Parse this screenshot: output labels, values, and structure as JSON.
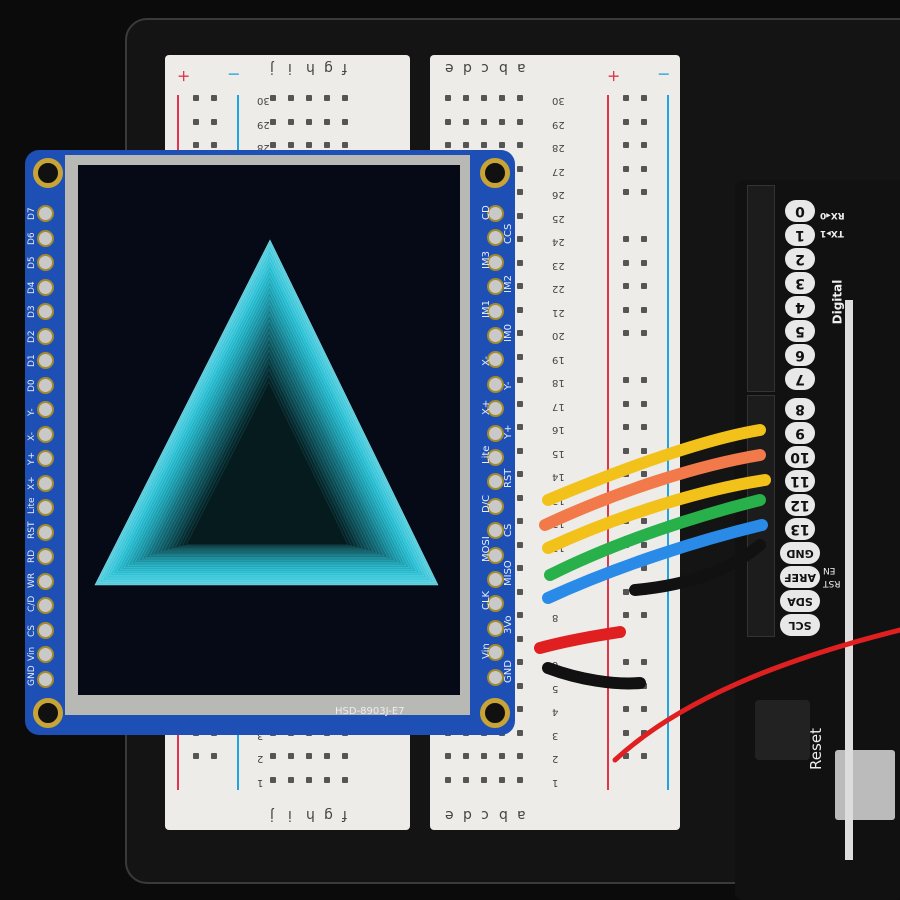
{
  "breadboard": {
    "left_letters": [
      "j",
      "i",
      "h",
      "g",
      "f"
    ],
    "right_letters": [
      "e",
      "d",
      "c",
      "b",
      "a"
    ],
    "row_numbers": [
      1,
      2,
      3,
      4,
      5,
      6,
      7,
      8,
      9,
      10,
      11,
      12,
      13,
      14,
      15,
      16,
      17,
      18,
      19,
      20,
      21,
      22,
      23,
      24,
      25,
      26,
      27,
      28,
      29,
      30
    ],
    "rail_plus": "+",
    "rail_minus": "−",
    "colors": {
      "plus": "#e0344a",
      "minus": "#21a3e0"
    }
  },
  "tft": {
    "model": "HSD-8903J-E7",
    "left_pins": [
      "D7",
      "D6",
      "D5",
      "D4",
      "D3",
      "D2",
      "D1",
      "D0",
      "Y-",
      "X-",
      "Y+",
      "X+",
      "Lite",
      "RST",
      "RD",
      "WR",
      "C/D",
      "CS",
      "Vin",
      "GND"
    ],
    "right_pins_outer": [
      "CD",
      "IM3",
      "IM1",
      "X-",
      "X+",
      "Lite",
      "D/C",
      "MOSI",
      "CLK",
      "Vin"
    ],
    "right_pins_inner": [
      "CCS",
      "IM2",
      "IM0",
      "Y-",
      "Y+",
      "RST",
      "CS",
      "MISO",
      "3Vo",
      "GND"
    ],
    "board_color": "#1d4fb5",
    "triangle_color": "#2ab3c4"
  },
  "arduino": {
    "rx": "RX◂0",
    "tx": "TX▸1",
    "digital": "Digital",
    "pins": [
      "0",
      "1",
      "2",
      "3",
      "4",
      "5",
      "6",
      "7",
      "8",
      "9",
      "10",
      "11",
      "12",
      "13",
      "GND",
      "AREF",
      "SDA",
      "SCL"
    ],
    "en": "EN",
    "rst": "RST",
    "reset": "Reset"
  },
  "wires": [
    "#f2c21a",
    "#f27a4a",
    "#f2c21a",
    "#28b04a",
    "#2a8ae8",
    "#111111",
    "#e02020",
    "#111111",
    "#e02020"
  ]
}
